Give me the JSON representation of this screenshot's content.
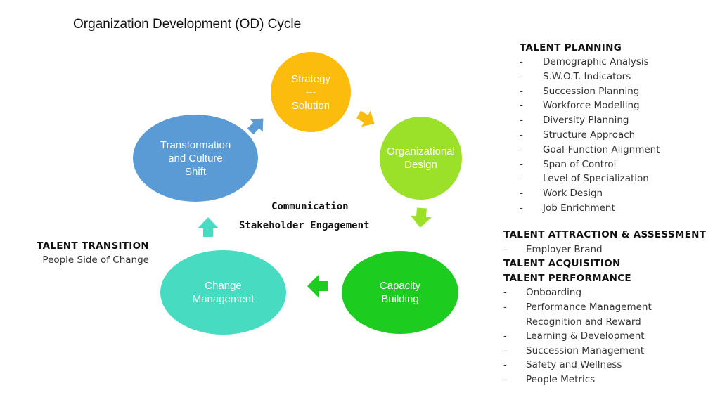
{
  "title": "Organization Development (OD) Cycle",
  "nodes": {
    "strategy": "Strategy\n---\nSolution",
    "org_design": "Organizational\nDesign",
    "capacity": "Capacity\nBuilding",
    "change": "Change\nManagement",
    "transformation": "Transformation\nand Culture\nShift"
  },
  "colors": {
    "strategy": "#fbbc0d",
    "org_design": "#9be12a",
    "capacity": "#1ccc1f",
    "change": "#47dbc2",
    "transformation": "#5a9bd5"
  },
  "center": {
    "line1": "Communication",
    "line2": "Stakeholder Engagement"
  },
  "talent_transition": {
    "heading": "TALENT TRANSITION",
    "sub": "People Side of Change"
  },
  "talent_planning": {
    "heading": "TALENT PLANNING",
    "items": [
      "Demographic Analysis",
      "S.W.O.T. Indicators",
      "Succession Planning",
      "Workforce Modelling",
      "Diversity Planning",
      "Structure Approach",
      "Goal-Function Alignment",
      "Span of Control",
      "Level of Specialization",
      "Work Design",
      "Job Enrichment"
    ]
  },
  "talent_attraction": {
    "heading": "TALENT ATTRACTION & ASSESSMENT",
    "items": [
      "Employer Brand"
    ]
  },
  "talent_acquisition": {
    "heading": "TALENT ACQUISITION"
  },
  "talent_performance": {
    "heading": "TALENT PERFORMANCE",
    "items": [
      "Onboarding",
      "Performance Management",
      "Recognition and Reward",
      "Learning & Development",
      "Succession Management",
      "Safety and Wellness",
      "People Metrics"
    ]
  },
  "dash": "-"
}
